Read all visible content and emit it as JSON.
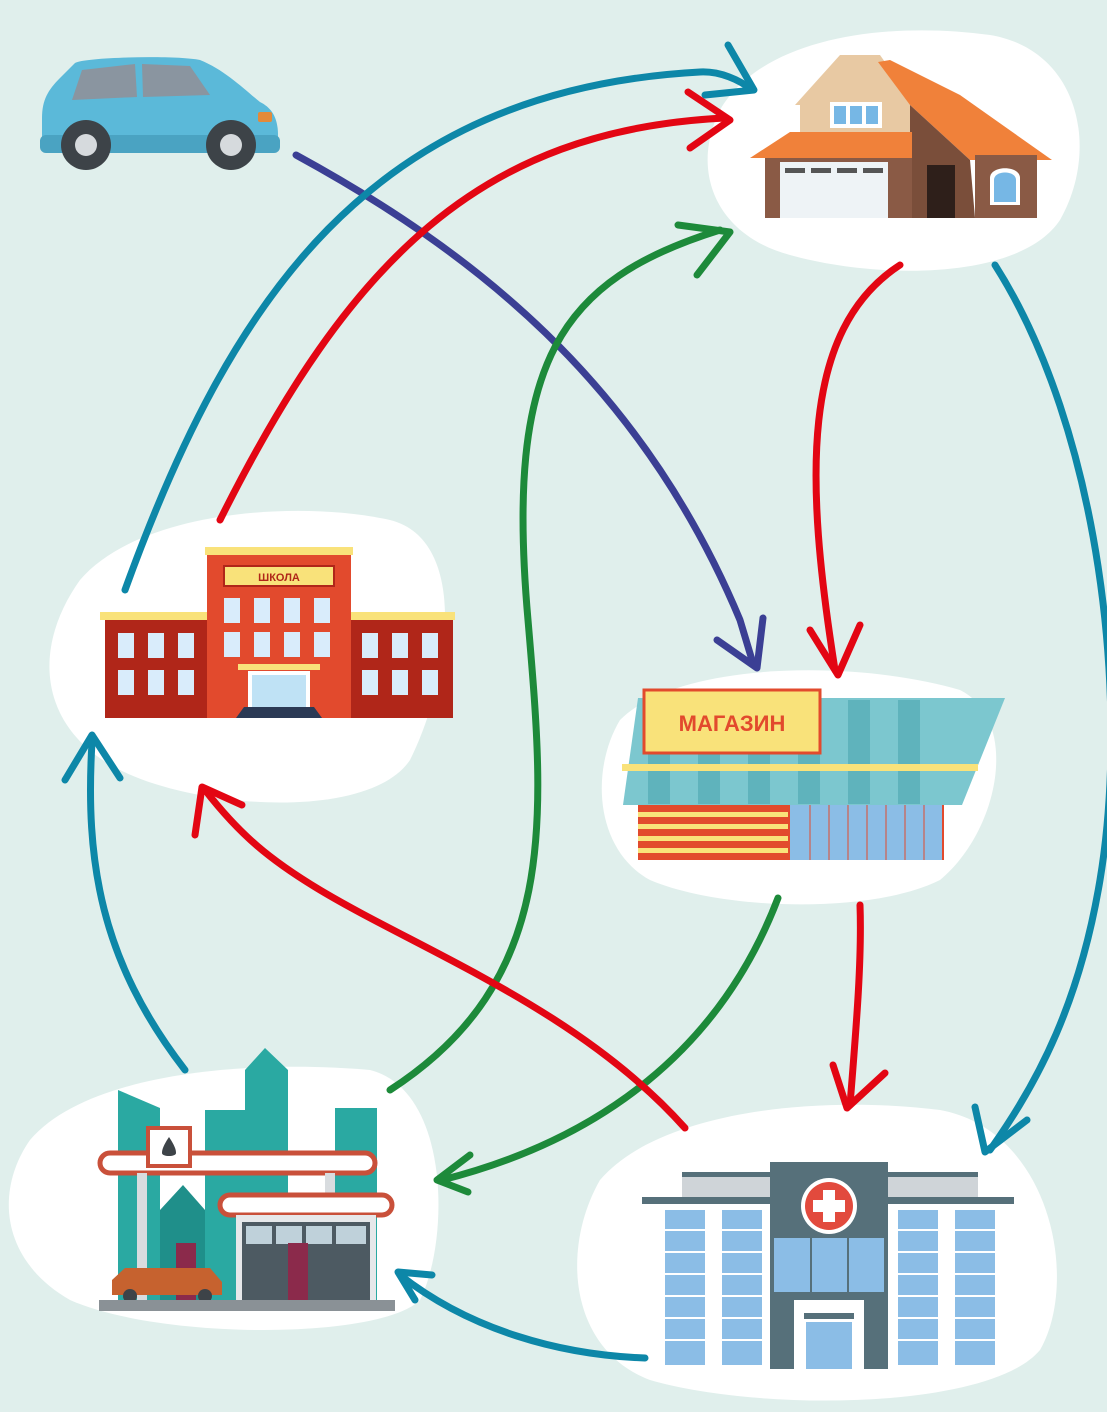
{
  "colors": {
    "background": "#e0efec",
    "blob": "#ffffff",
    "blue": "#0d87a8",
    "red": "#e30613",
    "green": "#1d8a3a",
    "indigo": "#3b3f94"
  },
  "nodes": {
    "car": {
      "icon": "car-icon"
    },
    "house": {
      "icon": "house-icon"
    },
    "school": {
      "icon": "school-building-icon",
      "sign": "ШКОЛА"
    },
    "shop": {
      "icon": "shop-building-icon",
      "sign": "МАГАЗИН"
    },
    "gas_station": {
      "icon": "gas-station-icon"
    },
    "hospital": {
      "icon": "hospital-building-icon"
    }
  },
  "routes": [
    {
      "from": "car",
      "to": "shop",
      "color": "indigo"
    },
    {
      "from": "school",
      "to": "house",
      "color": "blue"
    },
    {
      "from": "school",
      "to": "house",
      "color": "red"
    },
    {
      "from": "gas_station",
      "to": "house",
      "color": "green"
    },
    {
      "from": "house",
      "to": "shop",
      "color": "red"
    },
    {
      "from": "house",
      "to": "hospital",
      "color": "blue"
    },
    {
      "from": "shop",
      "to": "gas_station",
      "color": "green"
    },
    {
      "from": "shop",
      "to": "hospital",
      "color": "red"
    },
    {
      "from": "hospital",
      "to": "school",
      "color": "red"
    },
    {
      "from": "hospital",
      "to": "gas_station",
      "color": "blue"
    },
    {
      "from": "gas_station",
      "to": "school",
      "color": "blue"
    }
  ]
}
